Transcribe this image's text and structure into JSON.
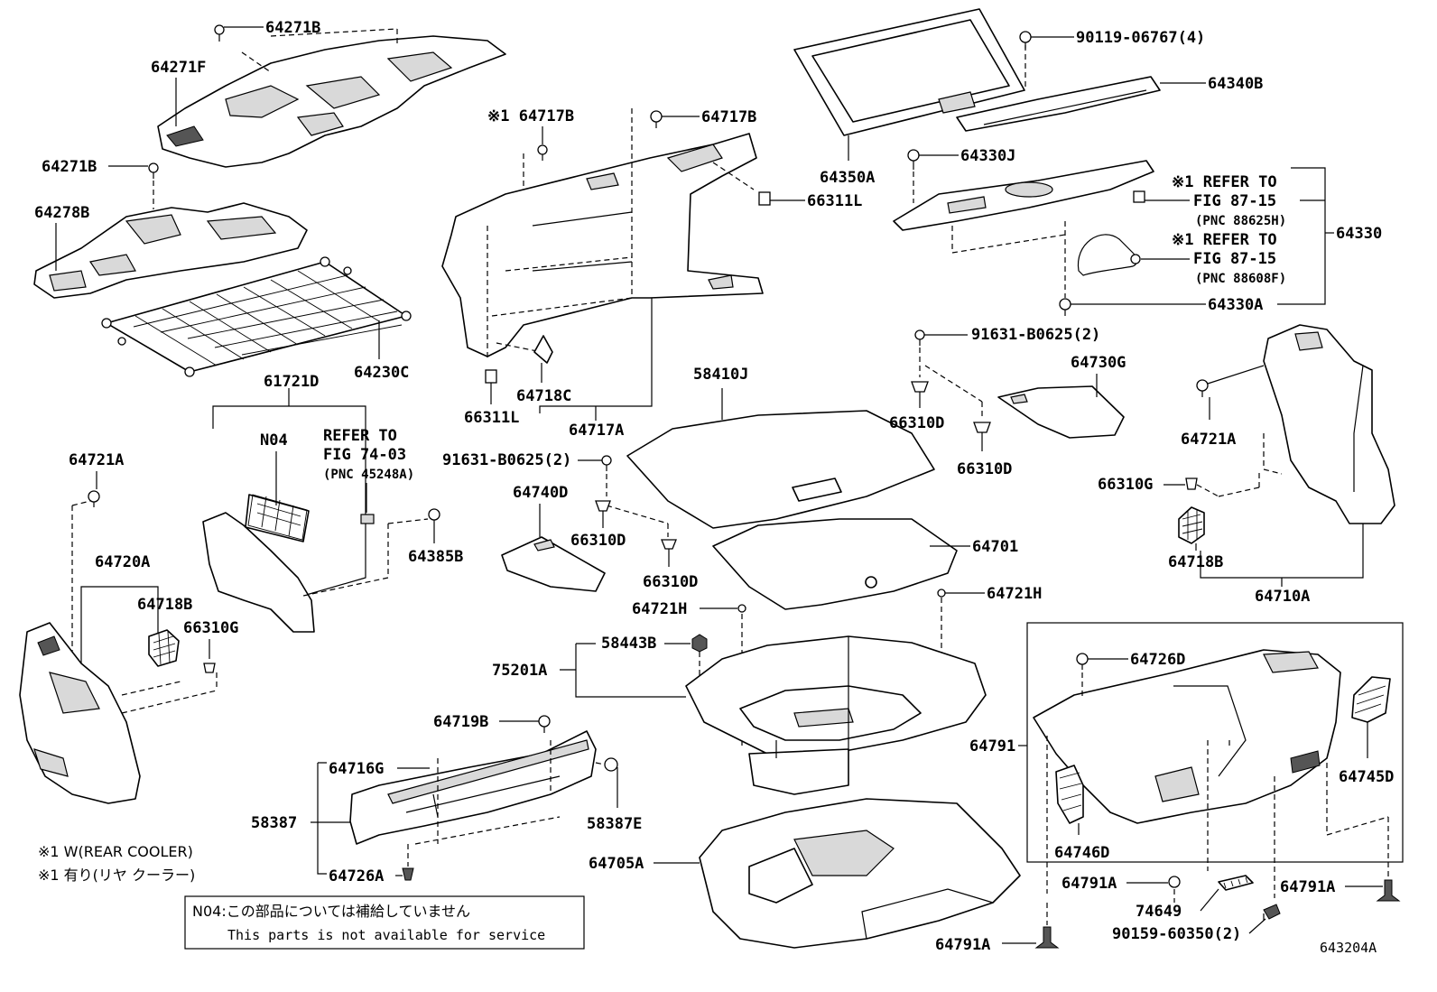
{
  "labels": {
    "p64271B_top": "64271B",
    "p64271F": "64271F",
    "p64271B_mid": "64271B",
    "p64278B": "64278B",
    "p64230C": "64230C",
    "p64717B_note": "※1 64717B",
    "p64717B": "64717B",
    "p66311L_right": "66311L",
    "p66311L_left": "66311L",
    "p64718C": "64718C",
    "p64717A": "64717A",
    "p90119": "90119-06767(4)",
    "p64340B": "64340B",
    "p64350A": "64350A",
    "p64330J": "64330J",
    "p64330": "64330",
    "p64330A": "64330A",
    "ref1_line1": "※1 REFER TO",
    "ref1_line2": "FIG 87-15",
    "ref1_line3": "(PNC 88625H)",
    "ref2_line1": "※1 REFER TO",
    "ref2_line2": "FIG 87-15",
    "ref2_line3": "(PNC 88608F)",
    "p61721D": "61721D",
    "pN04": "N04",
    "ref3_line1": "REFER TO",
    "ref3_line2": "FIG 74-03",
    "ref3_line3": "(PNC 45248A)",
    "p64721A_left": "64721A",
    "p64385B": "64385B",
    "p64720A": "64720A",
    "p64718B_left": "64718B",
    "p66310G_left": "66310G",
    "p58410J": "58410J",
    "p91631_mid": "91631-B0625(2)",
    "p64740D": "64740D",
    "p66310D_a": "66310D",
    "p66310D_b": "66310D",
    "p64701": "64701",
    "p91631_right": "91631-B0625(2)",
    "p66310D_c": "66310D",
    "p66310D_d": "66310D",
    "p64730G": "64730G",
    "p64721A_right": "64721A",
    "p66310G_right": "66310G",
    "p64718B_right": "64718B",
    "p64710A": "64710A",
    "p64721H_left": "64721H",
    "p64721H_right": "64721H",
    "p58443B": "58443B",
    "p75201A": "75201A",
    "p64719B": "64719B",
    "p64716G": "64716G",
    "p58387": "58387",
    "p58387E": "58387E",
    "p64726A": "64726A",
    "p64705A": "64705A",
    "p64726D": "64726D",
    "p64791": "64791",
    "p64745D": "64745D",
    "p64746D": "64746D",
    "p64791A_a": "64791A",
    "p64791A_b": "64791A",
    "p64791A_c": "64791A",
    "p74649": "74649",
    "p90159": "90159-60350(2)"
  },
  "notes": {
    "en_line": "※1 W(REAR COOLER)",
    "jp_line": "※1 有り(リヤ クーラー)",
    "n04_jp": "N04:この部品については補給していません",
    "n04_en": "This parts is not available for service"
  },
  "figure_id": "643204A"
}
